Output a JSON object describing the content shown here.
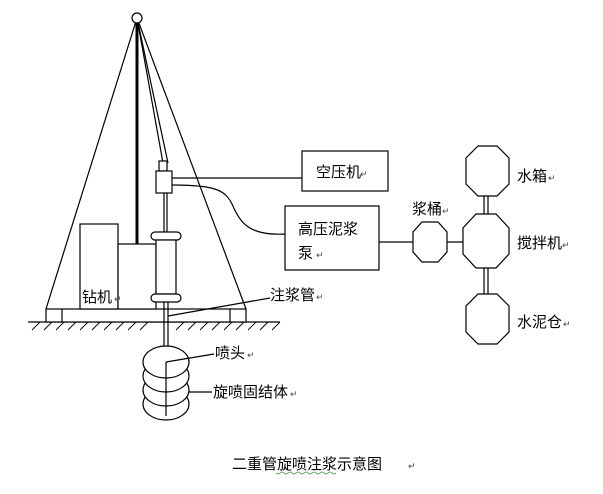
{
  "labels": {
    "air_compressor": "空压机",
    "high_pressure_pump": "高压泥浆",
    "high_pressure_pump_line2": "泵",
    "slurry_bucket": "浆桶",
    "water_tank": "水箱",
    "mixer": "搅拌机",
    "cement_silo": "水泥仓",
    "drill_rig": "钻机",
    "grout_pipe": "注浆管",
    "nozzle": "喷头",
    "jet_grout_body": "旋喷固结体"
  },
  "caption": "二重管旋喷注浆示意图",
  "paragraph_mark": "↵"
}
